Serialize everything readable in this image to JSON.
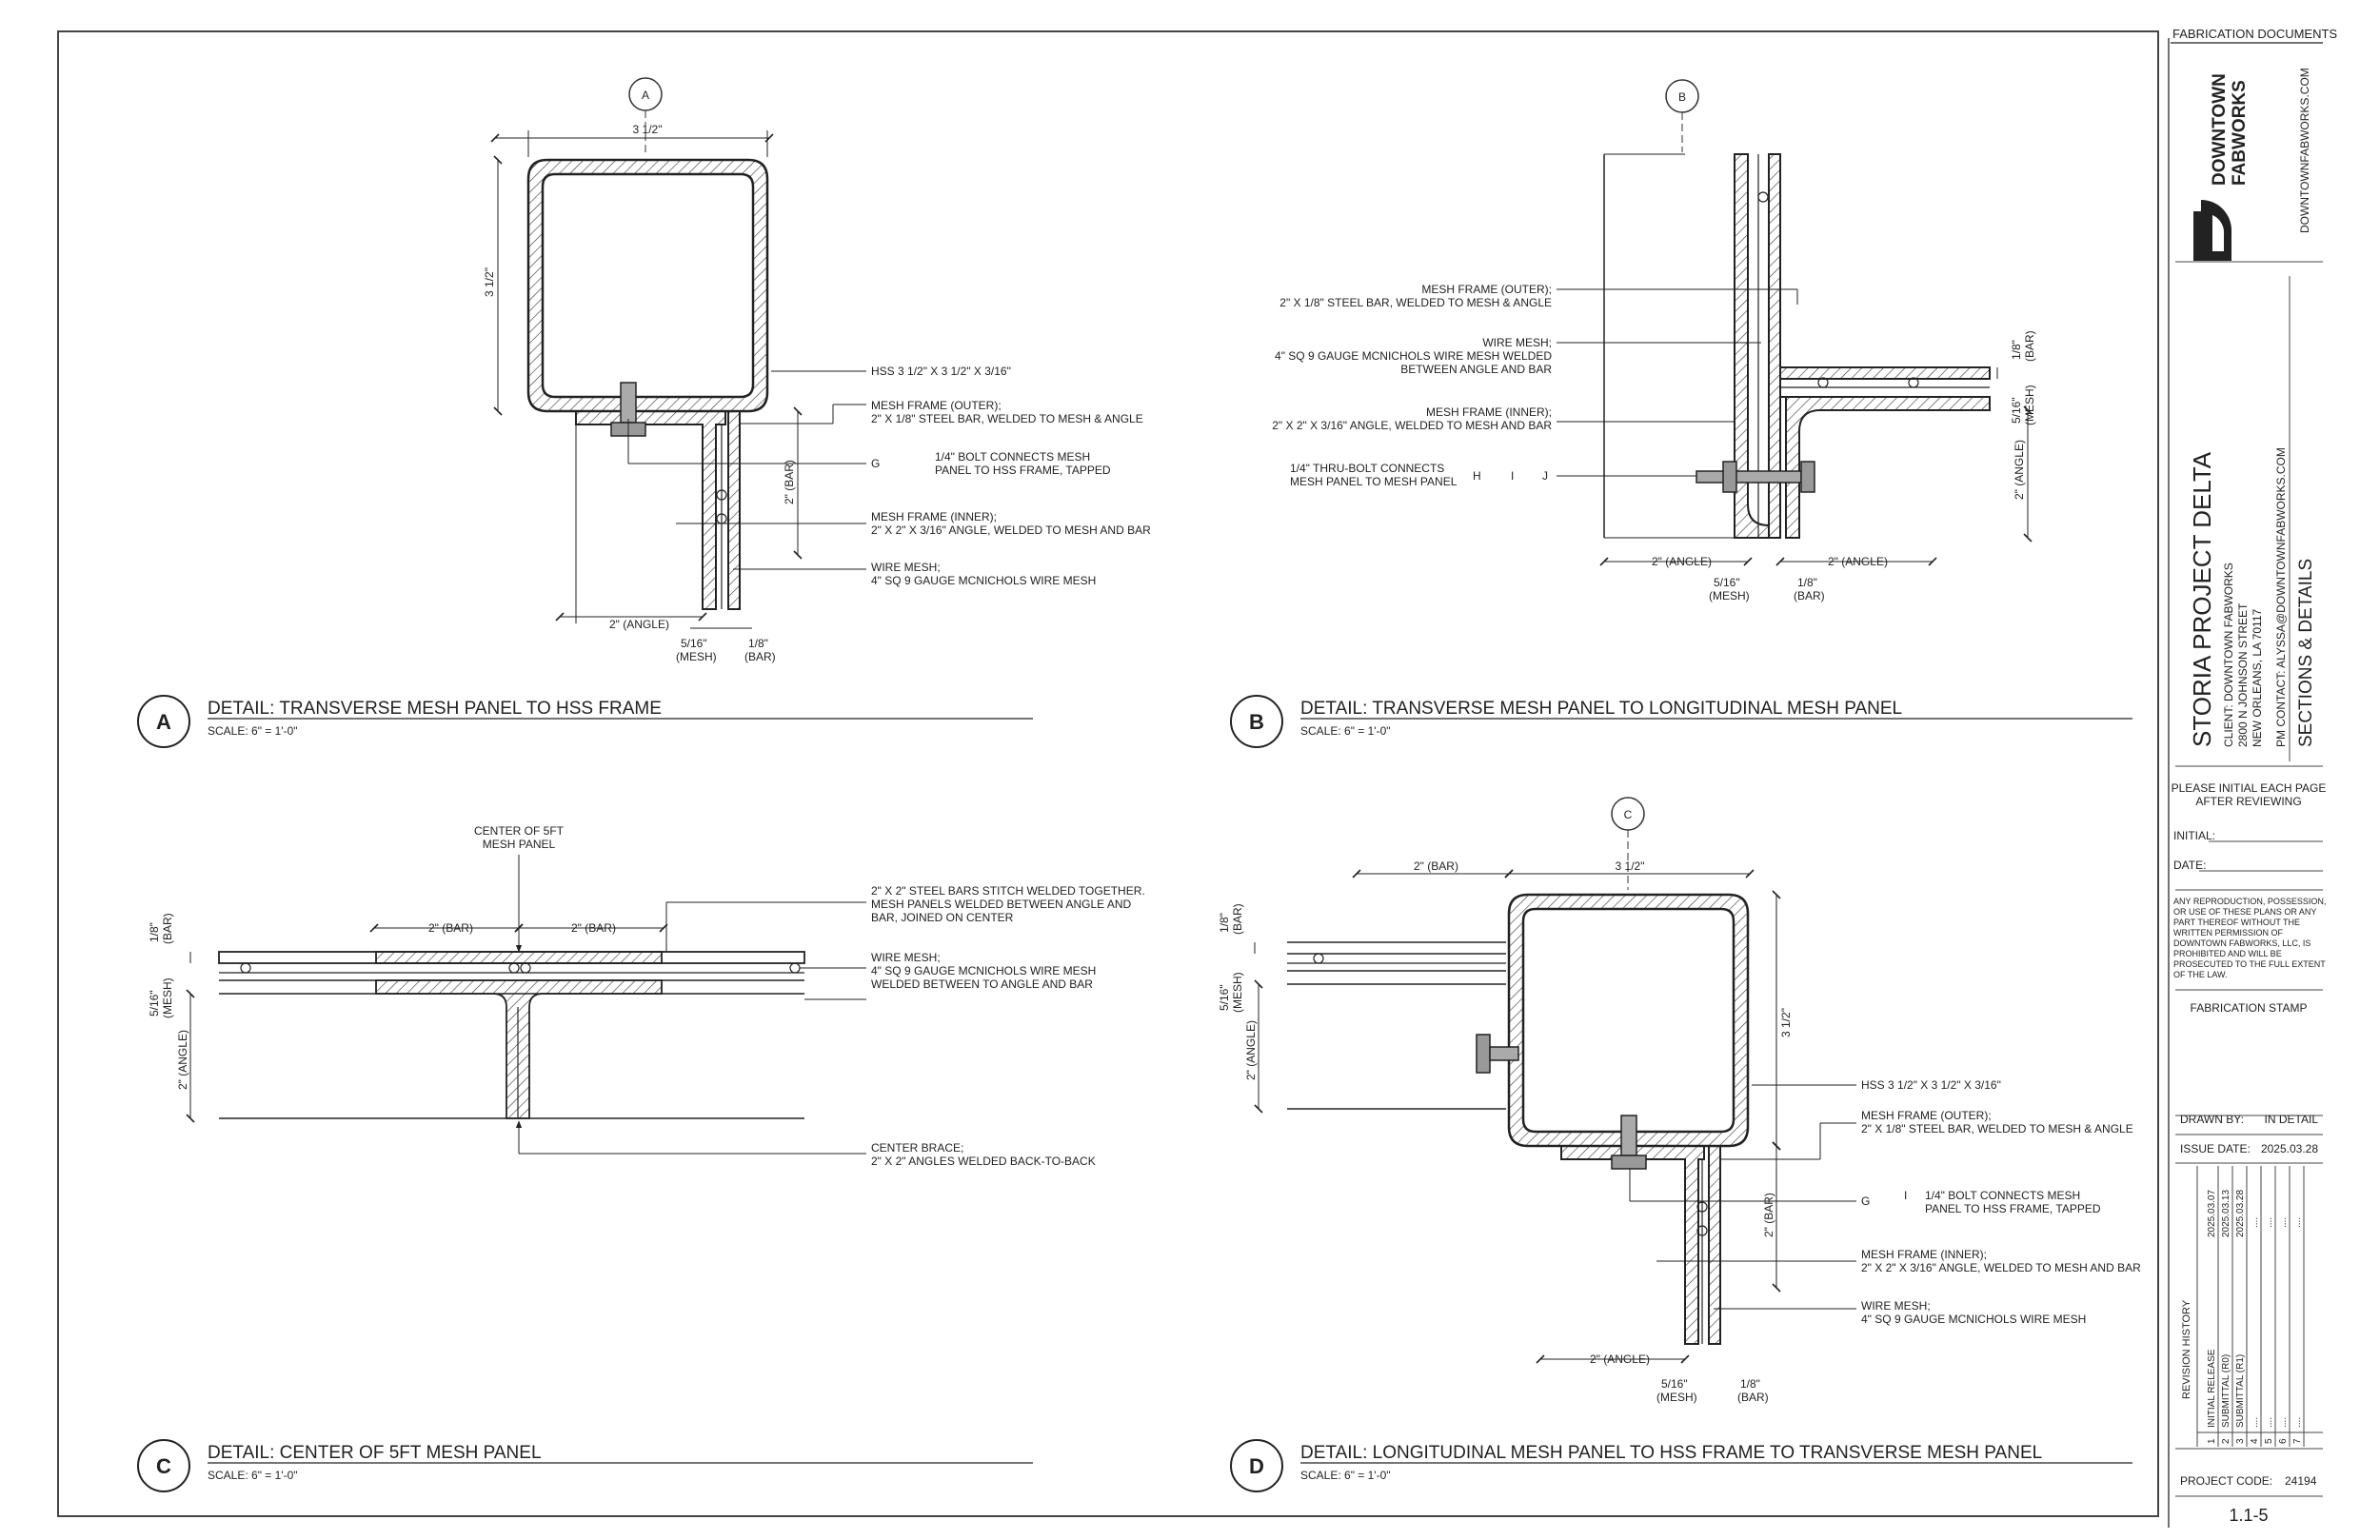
{
  "sheet": {
    "header_label": "FABRICATION DOCUMENTS",
    "sheet_number": "1.1-5"
  },
  "company": {
    "name_line1": "DOWNTOWN",
    "name_line2": "FABWORKS",
    "website": "DOWNTOWNFABWORKS.COM"
  },
  "project": {
    "title": "STORIA PROJECT DELTA",
    "client": "CLIENT: DOWNTOWN FABWORKS",
    "address1": "2800 N JOHNSON STREET",
    "address2": "NEW ORLEANS, LA 70117",
    "pm_contact": "PM CONTACT: ALYSSA@DOWNTOWNFABWORKS.COM",
    "sheet_title": "SECTIONS & DETAILS"
  },
  "review": {
    "instruction_line1": "PLEASE INITIAL EACH PAGE",
    "instruction_line2": "AFTER REVIEWING",
    "initial_label": "INITIAL:",
    "date_label": "DATE:"
  },
  "legal": {
    "lines": [
      "ANY REPRODUCTION, POSSESSION,",
      "OR USE OF THESE PLANS OR ANY",
      "PART THEREOF WITHOUT THE",
      "WRITTEN PERMISSION OF",
      "DOWNTOWN FABWORKS, LLC, IS",
      "PROHIBITED AND WILL BE",
      "PROSECUTED TO THE FULL EXTENT",
      "OF THE LAW."
    ]
  },
  "stamp": {
    "label": "FABRICATION STAMP"
  },
  "drawn_by": {
    "label": "DRAWN BY:",
    "value": "IN DETAIL"
  },
  "issue_date": {
    "label": "ISSUE DATE:",
    "value": "2025.03.28"
  },
  "revision_history": {
    "label": "REVISION HISTORY",
    "rows": [
      {
        "num": "1",
        "desc": "INITIAL RELEASE",
        "date": "2025.03.07"
      },
      {
        "num": "2",
        "desc": "SUBMITTAL (R0)",
        "date": "2025.03.13"
      },
      {
        "num": "3",
        "desc": "SUBMITTAL (R1)",
        "date": "2025.03.28"
      },
      {
        "num": "4",
        "desc": "....",
        "date": "...."
      },
      {
        "num": "5",
        "desc": "....",
        "date": "...."
      },
      {
        "num": "6",
        "desc": "....",
        "date": "...."
      },
      {
        "num": "7",
        "desc": "....",
        "date": "...."
      }
    ]
  },
  "project_code": {
    "label": "PROJECT CODE:",
    "value": "24194"
  },
  "details": {
    "a": {
      "bubble": "A",
      "tag": "A",
      "title": "DETAIL: TRANSVERSE MESH PANEL TO HSS FRAME",
      "scale": "SCALE:   6\" = 1'-0\"",
      "dims": {
        "width": "3 1/2\"",
        "height": "3 1/2\"",
        "bar": "2\" (BAR)",
        "angle": "2\" (ANGLE)",
        "mesh_gap": "5/16\"",
        "mesh_word": "(MESH)",
        "bar_thk": "1/8\"",
        "bar_word": "(BAR)"
      },
      "notes": {
        "hss": "HSS 3 1/2\" X 3 1/2\" X 3/16\"",
        "outer1": "MESH FRAME (OUTER);",
        "outer2": "2\" X 1/8\" STEEL BAR, WELDED TO MESH & ANGLE",
        "bolt_g": "G",
        "bolt1": "1/4\" BOLT CONNECTS MESH",
        "bolt2": "PANEL TO HSS FRAME, TAPPED",
        "inner1": "MESH FRAME (INNER);",
        "inner2": "2\" X 2\" X 3/16\" ANGLE, WELDED TO MESH AND BAR",
        "wire1": "WIRE MESH;",
        "wire2": "4\" SQ 9 GAUGE MCNICHOLS WIRE MESH"
      }
    },
    "b": {
      "bubble": "B",
      "tag": "B",
      "title": "DETAIL: TRANSVERSE MESH PANEL TO LONGITUDINAL MESH PANEL",
      "scale": "SCALE:   6\" = 1'-0\"",
      "dims": {
        "bar_thk": "1/8\"",
        "bar_word": "(BAR)",
        "mesh_gap": "5/16\"",
        "mesh_word": "(MESH)",
        "angle_v": "2\" (ANGLE)",
        "angle_l": "2\" (ANGLE)",
        "angle_r": "2\" (ANGLE)",
        "mesh_b": "5/16\"",
        "mesh_b_word": "(MESH)",
        "bar_b": "1/8\"",
        "bar_b_word": "(BAR)"
      },
      "notes": {
        "outer1": "MESH FRAME (OUTER);",
        "outer2": "2\" X 1/8\" STEEL BAR, WELDED TO MESH & ANGLE",
        "wire1": "WIRE MESH;",
        "wire2": "4\" SQ 9 GAUGE MCNICHOLS WIRE MESH WELDED",
        "wire3": "BETWEEN ANGLE AND BAR",
        "inner1": "MESH FRAME (INNER);",
        "inner2": "2\" X 2\" X 3/16\" ANGLE, WELDED TO MESH AND BAR",
        "bolt1": "1/4\" THRU-BOLT CONNECTS",
        "bolt2": "MESH PANEL TO MESH PANEL",
        "bolt_h": "H",
        "bolt_i": "I",
        "bolt_j": "J"
      }
    },
    "c": {
      "tag": "C",
      "title": "DETAIL: CENTER OF 5FT MESH PANEL",
      "scale": "SCALE:   6\" = 1'-0\"",
      "dims": {
        "bar_thk": "1/8\"",
        "bar_word": "(BAR)",
        "mesh_gap": "5/16\"",
        "mesh_word": "(MESH)",
        "angle_v": "2\" (ANGLE)",
        "bar_l": "2\" (BAR)",
        "bar_r": "2\" (BAR)"
      },
      "notes": {
        "center1": "CENTER OF 5FT",
        "center2": "MESH PANEL",
        "stitch1": "2\" X 2\" STEEL BARS STITCH WELDED TOGETHER.",
        "stitch2": "MESH PANELS WELDED BETWEEN ANGLE AND",
        "stitch3": "BAR, JOINED ON CENTER",
        "wire1": "WIRE MESH;",
        "wire2": "4\" SQ 9 GAUGE MCNICHOLS WIRE MESH",
        "wire3": "WELDED BETWEEN TO ANGLE AND BAR",
        "brace1": "CENTER BRACE;",
        "brace2": "2\" X 2\" ANGLES WELDED BACK-TO-BACK"
      }
    },
    "d": {
      "bubble": "C",
      "tag": "D",
      "title": "DETAIL: LONGITUDINAL MESH PANEL TO HSS FRAME TO TRANSVERSE MESH PANEL",
      "scale": "SCALE:   6\" = 1'-0\"",
      "dims": {
        "bar_top": "2\" (BAR)",
        "width": "3 1/2\"",
        "height": "3 1/2\"",
        "bar_thk": "1/8\"",
        "bar_word": "(BAR)",
        "mesh_gap": "5/16\"",
        "mesh_word": "(MESH)",
        "angle_v": "2\" (ANGLE)",
        "bar_v": "2\" (BAR)",
        "angle_b": "2\" (ANGLE)",
        "mesh_b": "5/16\"",
        "mesh_b_word": "(MESH)",
        "bar_b": "1/8\"",
        "bar_b_word": "(BAR)"
      },
      "notes": {
        "hss": "HSS 3 1/2\" X 3 1/2\" X 3/16\"",
        "outer1": "MESH FRAME (OUTER);",
        "outer2": "2\" X 1/8\" STEEL BAR, WELDED TO MESH & ANGLE",
        "bolt_g": "G",
        "bolt_i": "I",
        "bolt1": "1/4\" BOLT CONNECTS MESH",
        "bolt2": "PANEL TO HSS FRAME, TAPPED",
        "inner1": "MESH FRAME (INNER);",
        "inner2": "2\" X 2\" X 3/16\" ANGLE, WELDED TO MESH AND BAR",
        "wire1": "WIRE MESH;",
        "wire2": "4\" SQ 9 GAUGE MCNICHOLS WIRE MESH"
      }
    }
  }
}
